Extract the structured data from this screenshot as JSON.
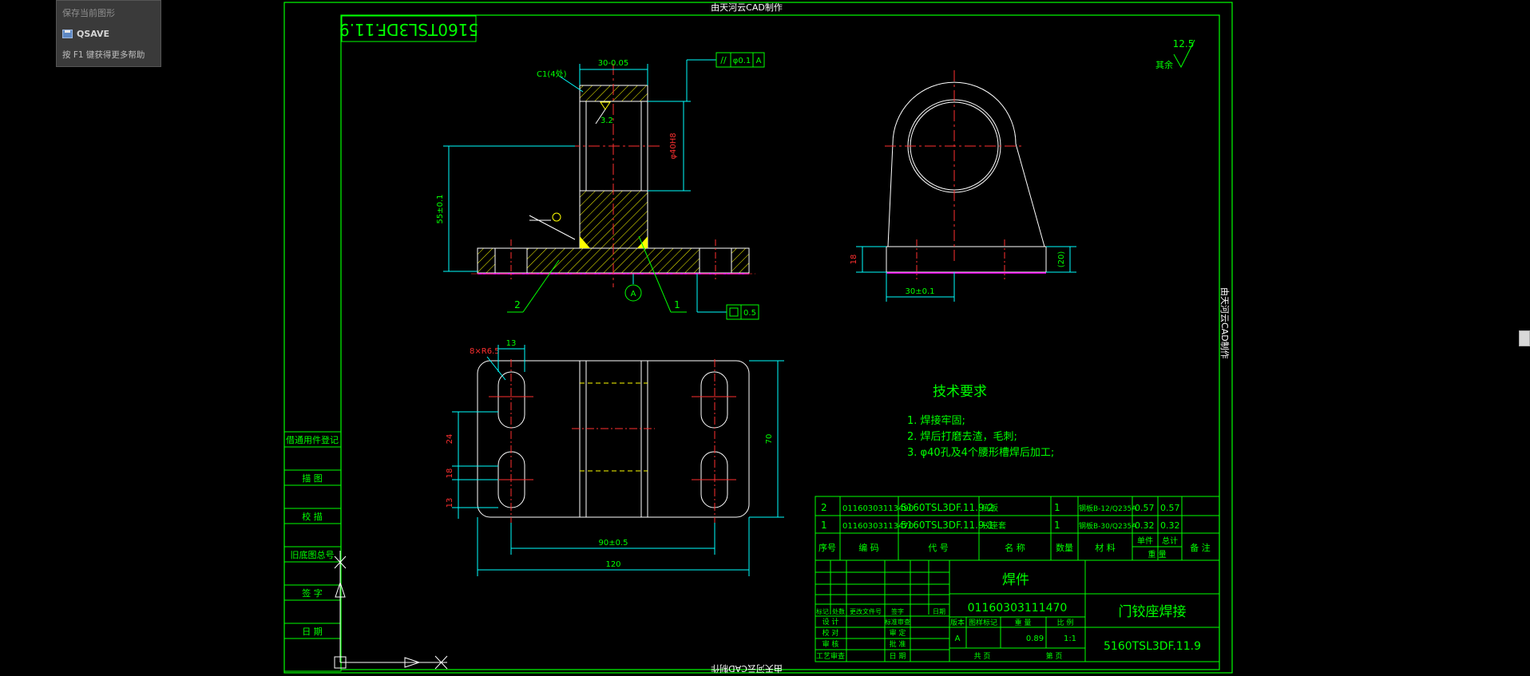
{
  "tooltip": {
    "title": "保存当前图形",
    "command": "QSAVE",
    "help": "按 F1 键获得更多帮助"
  },
  "frame": {
    "top_watermark": "由天河云CAD制作",
    "bottom_watermark": "由天河云CAD制作",
    "side_watermark": "由天河云CAD制作",
    "drawing_code_rotated": "5160TSL3DF.11.9"
  },
  "annotations": {
    "chamfer_note": "C1(4处)",
    "width_30": "30-0.05",
    "geo_tol_symbol": "//",
    "geo_tol_value": "φ0.1",
    "geo_tol_datum": "A",
    "roughness_32": "3.2",
    "bore_dim": "φ40H8",
    "height_dim": "55±0.1",
    "datum_a": "A",
    "leader_1": "1",
    "leader_2": "2",
    "flatness_value": "0.5",
    "roughness_general_value": "12.5",
    "roughness_general_label": "其余",
    "side_dim_18": "18",
    "side_dim_20": "(20)",
    "side_dim_30": "30±0.1",
    "plan_radius": "8×R6.5",
    "plan_dim_13_top": "13",
    "plan_dim_24": "24",
    "plan_dim_18": "18",
    "plan_dim_13_left": "13",
    "plan_dim_70": "70",
    "plan_dim_90": "90±0.5",
    "plan_dim_120": "120"
  },
  "tech_requirements": {
    "title": "技术要求",
    "items": [
      "1. 焊接牢固;",
      "2. 焊后打磨去渣，毛刺;",
      "3. φ40孔及4个腰形槽焊后加工;"
    ]
  },
  "left_tabs": [
    "借通用件登记",
    "描 图",
    "校 描",
    "旧底图总号",
    "签 字",
    "日 期"
  ],
  "bom": {
    "rows": [
      {
        "no": "2",
        "code": "01160303113490",
        "drawing": "5160TSL3DF.11.9-2",
        "name": "底板",
        "qty": "1",
        "material": "钢板B-12/Q235A",
        "unit_w": "0.57",
        "total_w": "0.57"
      },
      {
        "no": "1",
        "code": "01160303113470",
        "drawing": "5160TSL3DF.11.9-1",
        "name": "铰座套",
        "qty": "1",
        "material": "钢板B-30/Q235A",
        "unit_w": "0.32",
        "total_w": "0.32"
      }
    ],
    "headers": {
      "no": "序号",
      "code": "编 码",
      "drawing": "代 号",
      "name": "名 称",
      "qty": "数量",
      "material": "材 料",
      "unit": "单件",
      "total": "总计",
      "weight": "重 量",
      "remark": "备 注"
    }
  },
  "title_block": {
    "type_label": "焊件",
    "part_code": "01160303111470",
    "part_name": "门铰座焊接",
    "drawing_no": "5160TSL3DF.11.9",
    "rev_labels": [
      "标记",
      "处数",
      "更改文件号",
      "签字",
      "日期"
    ],
    "role_labels": [
      "设 计",
      "校 对",
      "审 核",
      "工艺审查"
    ],
    "role_labels2": [
      "标准审查",
      "审 定",
      "批 准",
      "日 期"
    ],
    "stage_label": "版本",
    "stage_mark_label": "图样标记",
    "weight_label": "重 量",
    "scale_label": "比 例",
    "stage_value": "A",
    "weight_value": "0.89",
    "scale_value": "1:1",
    "sheets_label": "共 页",
    "sheet_label": "第 页"
  },
  "colors": {
    "frame": "#00ff00",
    "dim": "#00ffff",
    "center": "#ff3030",
    "hatch": "#ffff00",
    "outline": "#ffffff",
    "magenta": "#ff00ff",
    "red_text": "#ff3030"
  }
}
